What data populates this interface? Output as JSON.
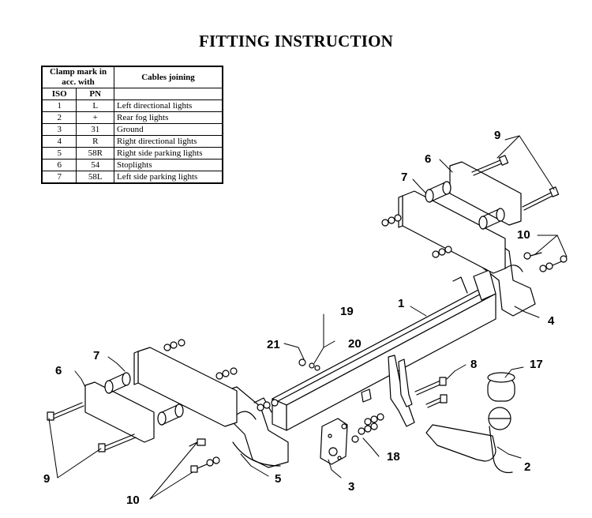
{
  "title": "FITTING INSTRUCTION",
  "table": {
    "header_clamp": "Clamp mark in acc. with",
    "header_cables": "Cables joining",
    "header_iso": "ISO",
    "header_pn": "PN",
    "rows": [
      {
        "iso": "1",
        "pn": "L",
        "desc": "Left directional lights"
      },
      {
        "iso": "2",
        "pn": "+",
        "desc": "Rear fog lights"
      },
      {
        "iso": "3",
        "pn": "31",
        "desc": "Ground"
      },
      {
        "iso": "4",
        "pn": "R",
        "desc": "Right directional lights"
      },
      {
        "iso": "5",
        "pn": "58R",
        "desc": "Right side parking lights"
      },
      {
        "iso": "6",
        "pn": "54",
        "desc": "Stoplights"
      },
      {
        "iso": "7",
        "pn": "58L",
        "desc": "Left side parking lights"
      }
    ]
  },
  "callouts": {
    "c1": "1",
    "c2": "2",
    "c3": "3",
    "c4": "4",
    "c5": "5",
    "c6a": "6",
    "c6b": "6",
    "c7a": "7",
    "c7b": "7",
    "c8": "8",
    "c9a": "9",
    "c9b": "9",
    "c10a": "10",
    "c10b": "10",
    "c17": "17",
    "c18": "18",
    "c19": "19",
    "c20": "20",
    "c21": "21"
  }
}
